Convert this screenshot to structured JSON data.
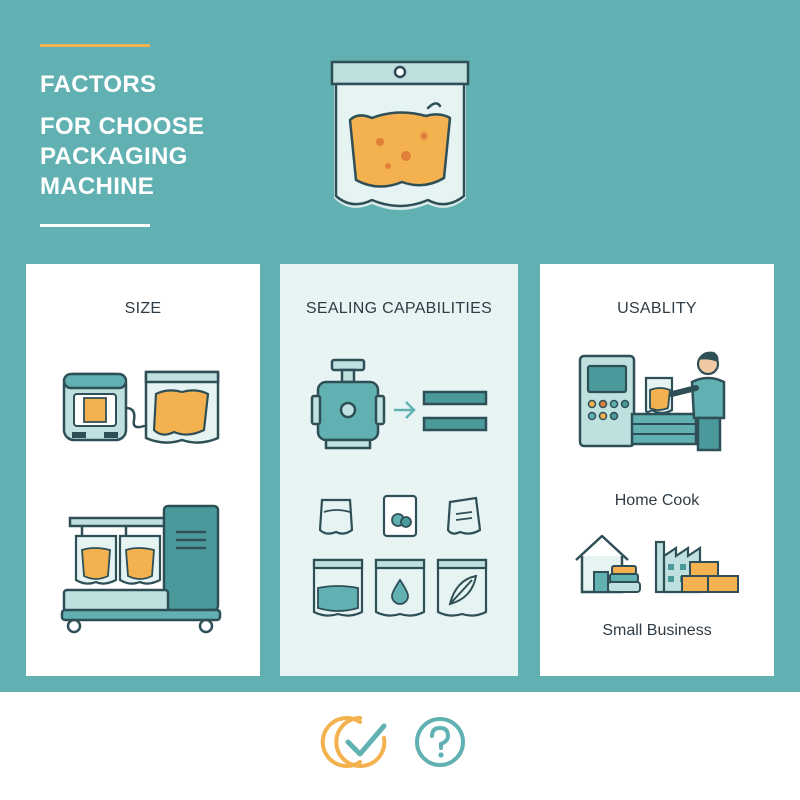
{
  "header": {
    "title_line1": "FACTORS",
    "title_line2": "FOR CHOOSE",
    "title_line3": "PACKAGING",
    "title_line4": "MACHINE"
  },
  "panels": {
    "size": {
      "title": "SIZE"
    },
    "sealing": {
      "title": "SEALING CAPABILITIES"
    },
    "usability": {
      "title": "USABLITY",
      "label_home": "Home Cook",
      "label_business": "Small Business"
    }
  },
  "colors": {
    "teal": "#62b1b2",
    "dark_teal": "#4a9a9c",
    "light_teal": "#bfe0df",
    "orange": "#f3b24f",
    "outline": "#2f4f57",
    "white": "#ffffff"
  },
  "footer": {
    "icons": [
      "check-icon",
      "question-icon"
    ]
  }
}
